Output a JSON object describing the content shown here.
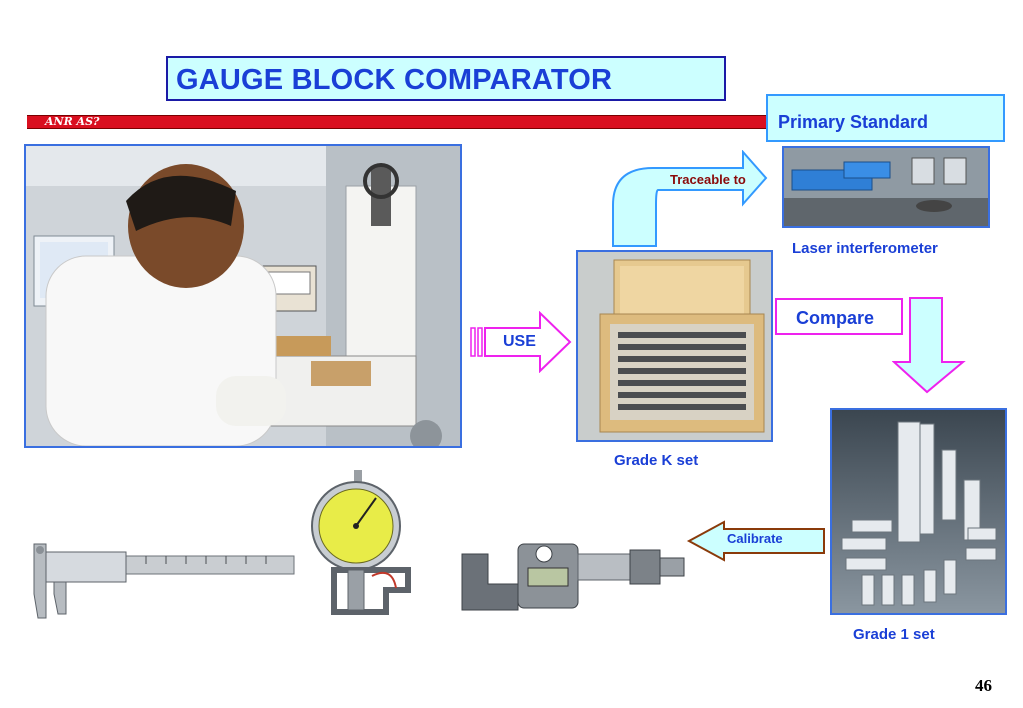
{
  "title": "GAUGE BLOCK COMPARATOR",
  "bar_logo": "ANR AS?",
  "primary_standard": "Primary Standard",
  "traceable_to": "Traceable to",
  "laser_caption": "Laser interferometer",
  "use_label": "USE",
  "compare_label": "Compare",
  "gradek_caption": "Grade K set",
  "grade1_caption": "Grade 1 set",
  "calibrate_label": "Calibrate",
  "page_number": "46",
  "colors": {
    "title_blue": "#1a3fd6",
    "box_fill": "#ccffff",
    "red_bar": "#d90f1f",
    "magenta": "#ee22ee",
    "arrow_brown": "#8a3a0a"
  }
}
